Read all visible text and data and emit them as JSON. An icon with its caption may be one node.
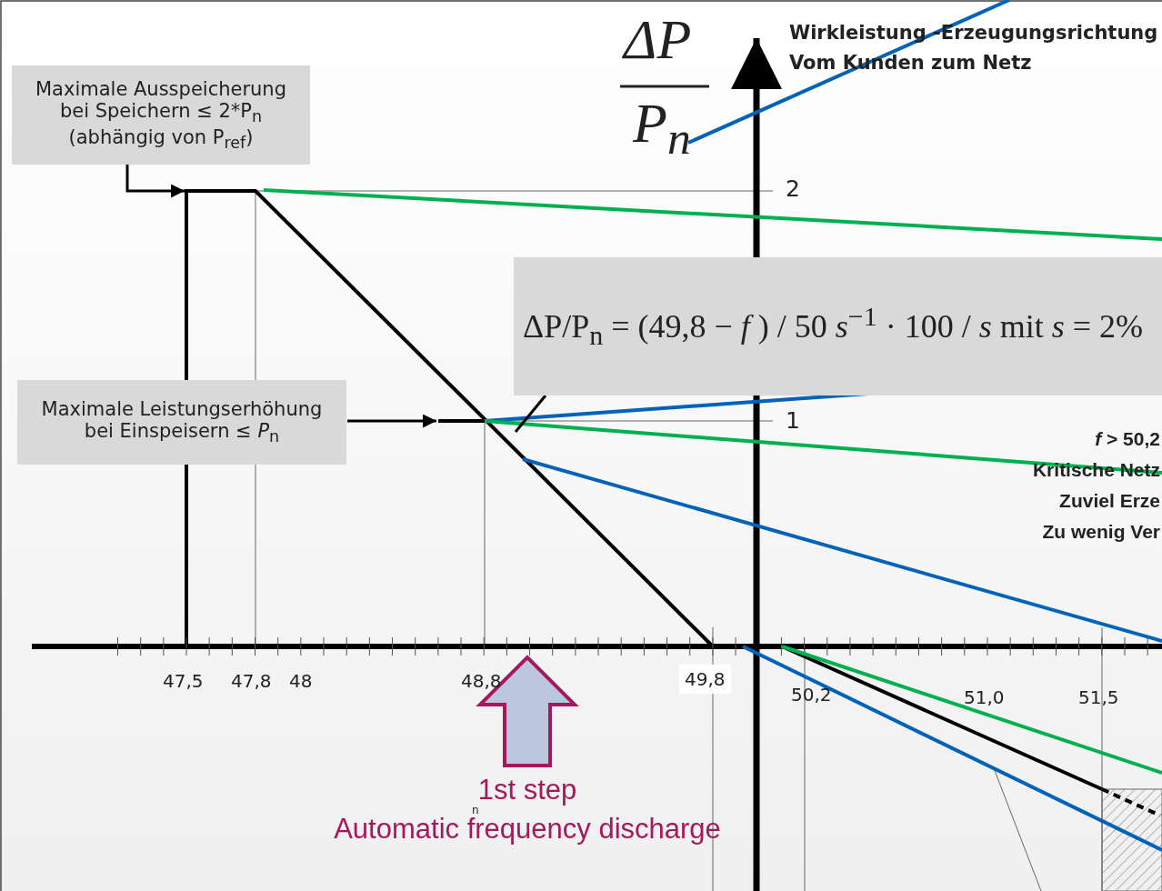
{
  "diagram": {
    "nodes": [
      {
        "text": [
          "Maximale Ausspeicherung bei Speichern ≤ 2*P$_{n}$ (abhängig von P$_{ref}$)"
        ]
      },
      {
        "text": [
          "Maximale Leistungserhöhung bei Einspeisern ≤ *P*$_{n}$"
        ]
      },
      {
        "text": [
          "ΔP/P$_{n}$ = (49,8 − *f* ) / 50 *s*$^{−1}$ · 100 / *s*   mit *s* = 2%"
        ]
      },
      {
        "text": [
          "1st step",
          "Automatic frequency discharge"
        ]
      }
    ],
    "edges": [
      {
        "from": 0,
        "to": null,
        "arrow": "to"
      },
      {
        "from": 1,
        "to": null,
        "arrow": "to"
      },
      {
        "from": 2,
        "to": null,
        "arrow": "none"
      },
      {
        "from": 3,
        "to": null,
        "arrow": "to",
        "style": "thick",
        "color": "#a3195b"
      }
    ],
    "labels": [
      "ΔP",
      "P$_{n}$",
      "Wirkleistung -Erzeugungsrichtung Vom Kunden zum Netz",
      "2",
      "1",
      "*f* > 50,2",
      "Kritische Netz",
      "Zuviel Erze",
      "Zu wenig Ver",
      "47,5",
      "47,8",
      "48",
      "48,8",
      "49,8",
      "50,2",
      "51,0",
      "51,5",
      "n"
    ]
  }
}
